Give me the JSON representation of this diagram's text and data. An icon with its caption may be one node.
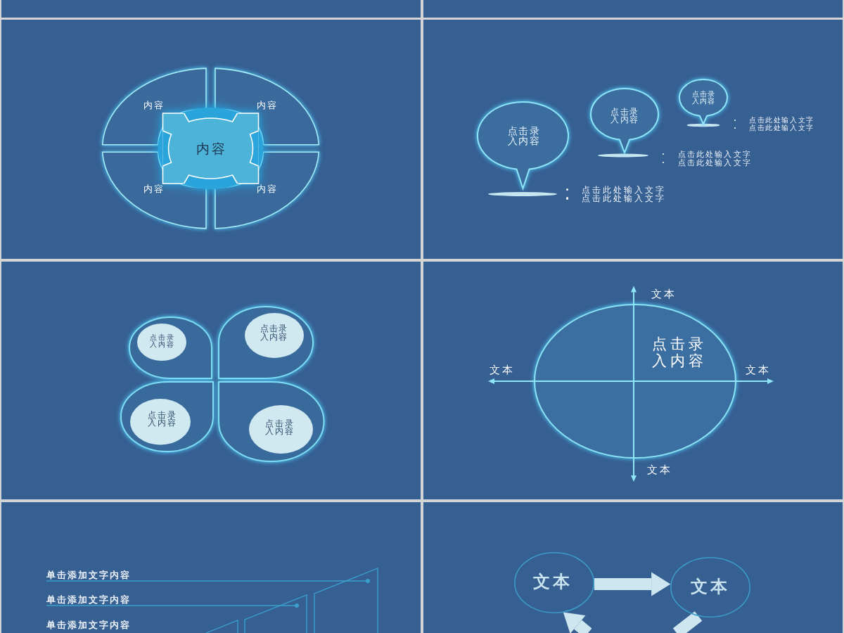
{
  "diagram": {
    "nodes": [
      {
        "text": [
          "内容"
        ]
      },
      {
        "text": [
          "内容"
        ]
      },
      {
        "text": [
          "内容"
        ]
      },
      {
        "text": [
          "内容"
        ]
      },
      {
        "text": [
          "内容"
        ]
      },
      {
        "text": [
          "点击录入内容"
        ]
      },
      {
        "text": [
          "点击录入内容"
        ]
      },
      {
        "text": [
          "点击录入内容"
        ]
      },
      {
        "text": [],
        "shape": "leaf"
      },
      {
        "text": [
          "点击录入内容"
        ],
        "in": 8
      },
      {
        "text": [],
        "shape": "leaf"
      },
      {
        "text": [
          "点击录入内容"
        ],
        "in": 10
      },
      {
        "text": [],
        "shape": "leaf"
      },
      {
        "text": [
          "点击录入内容"
        ],
        "in": 12
      },
      {
        "text": [],
        "shape": "leaf"
      },
      {
        "text": [
          "点击录入内容"
        ],
        "in": 14
      },
      {
        "text": [
          "点击录入内容"
        ]
      },
      {
        "text": [
          "单击添加文字内容"
        ]
      },
      {
        "text": [
          "单击添加文字内容"
        ]
      },
      {
        "text": [],
        "shape": "bar"
      },
      {
        "text": [],
        "shape": "bar"
      },
      {
        "text": [],
        "shape": "bar"
      },
      {
        "text": [
          "文本"
        ]
      },
      {
        "text": [
          "文本"
        ]
      }
    ],
    "edges": [
      {
        "from": 17,
        "to": 21,
        "arrow": "other",
        "color": "#3a9fcc"
      },
      {
        "from": 18,
        "to": 20,
        "arrow": "other",
        "color": "#3a9fcc"
      },
      {
        "from": 22,
        "to": 23,
        "arrow": "to"
      },
      {
        "from": 23,
        "to": null,
        "arrow": "none"
      },
      {
        "from": null,
        "to": 22,
        "arrow": "to"
      }
    ],
    "labels": [
      "点击此处输入文字",
      "点击此处输入文字",
      "点击此处输入文字",
      "点击此处输入文字",
      "点击此处输入文字",
      "点击此处输入文字",
      "文本",
      "文本",
      "文本",
      "文本",
      "单击添加文字内容"
    ]
  }
}
